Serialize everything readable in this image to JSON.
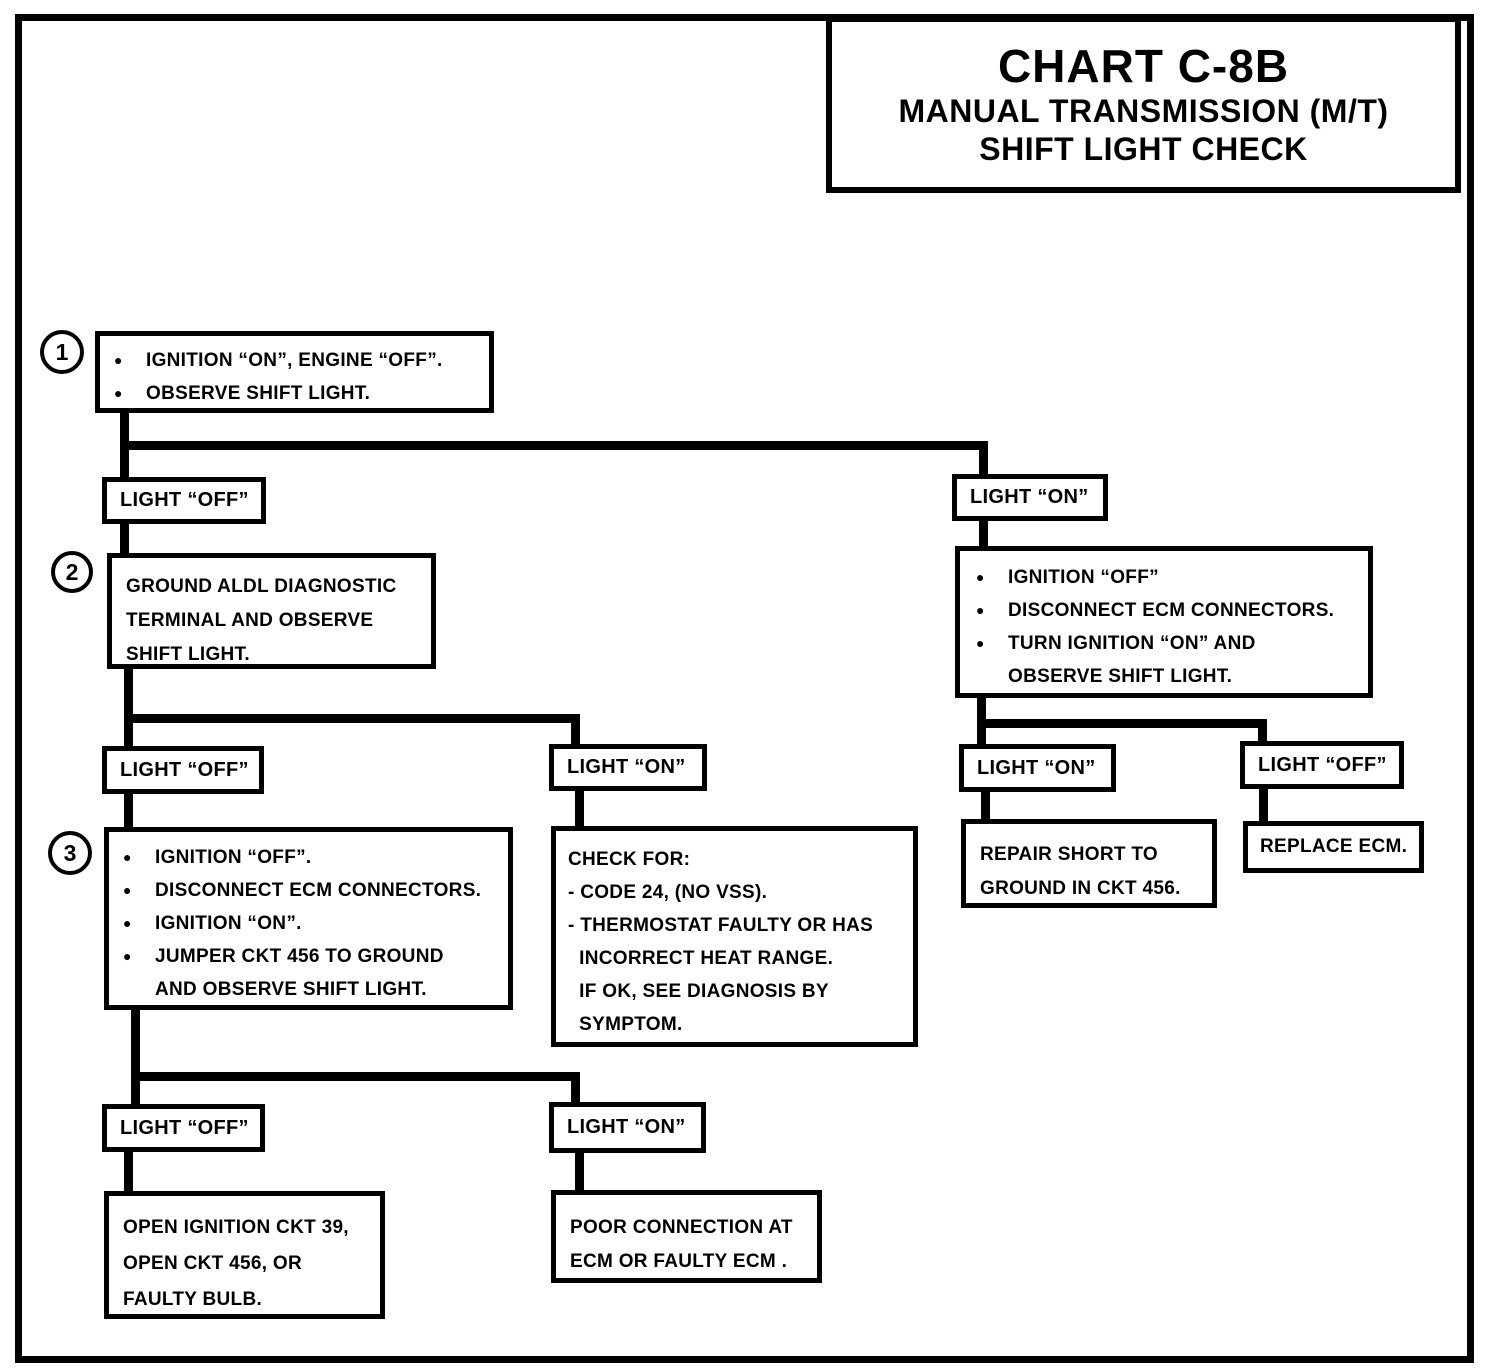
{
  "ui": {
    "bullet": "●"
  },
  "colors": {
    "ink": "#000000",
    "paper": "#ffffff"
  },
  "title": {
    "heading": "CHART C-8B",
    "subtitle1": "MANUAL TRANSMISSION (M/T)",
    "subtitle2": "SHIFT LIGHT CHECK"
  },
  "badges": {
    "step1": "1",
    "step2": "2",
    "step3": "3"
  },
  "nodes": {
    "step1": {
      "bullets": [
        "IGNITION “ON”, ENGINE “OFF”.",
        "OBSERVE SHIFT LIGHT."
      ]
    },
    "light_off_1": "LIGHT “OFF”",
    "light_on_1": "LIGHT “ON”",
    "step2": "GROUND ALDL DIAGNOSTIC\nTERMINAL AND OBSERVE\nSHIFT LIGHT.",
    "right_check": {
      "bullets": [
        "IGNITION “OFF”",
        "DISCONNECT ECM CONNECTORS.",
        "TURN IGNITION “ON” AND\nOBSERVE SHIFT LIGHT."
      ]
    },
    "light_off_2": "LIGHT “OFF”",
    "light_on_2": "LIGHT “ON”",
    "light_on_r2": "LIGHT “ON”",
    "light_off_r2": "LIGHT “OFF”",
    "step3": {
      "bullets": [
        "IGNITION “OFF”.",
        "DISCONNECT ECM CONNECTORS.",
        "IGNITION “ON”.",
        "JUMPER CKT 456 TO GROUND\nAND OBSERVE SHIFT LIGHT."
      ]
    },
    "check_for": "CHECK FOR:\n- CODE 24, (NO VSS).\n- THERMOSTAT FAULTY OR HAS\n  INCORRECT HEAT RANGE.\n  IF OK, SEE DIAGNOSIS BY\n  SYMPTOM.",
    "repair_short": "REPAIR SHORT TO\nGROUND IN CKT 456.",
    "replace_ecm": "REPLACE ECM.",
    "light_off_3": "LIGHT “OFF”",
    "light_on_3": "LIGHT “ON”",
    "open_ckt": "OPEN IGNITION CKT 39,\nOPEN CKT 456, OR\nFAULTY BULB.",
    "poor_conn": "POOR CONNECTION AT\nECM OR FAULTY ECM ."
  }
}
